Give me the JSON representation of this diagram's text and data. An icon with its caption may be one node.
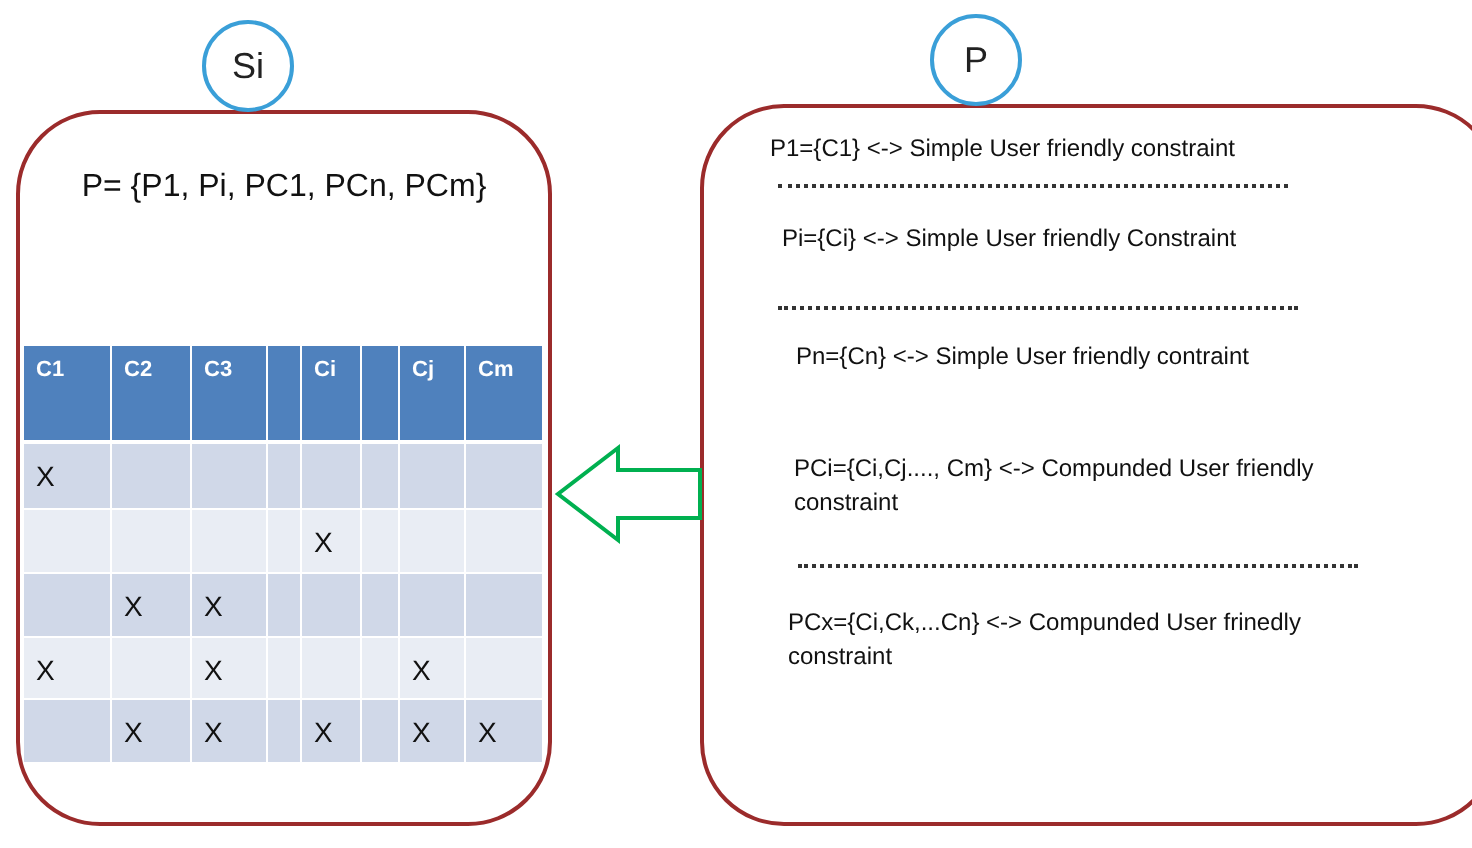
{
  "diagram": {
    "nodes": [
      {
        "text": [
          "Si"
        ]
      },
      {
        "text": [
          "P= {P1, Pi, PC1, PCn, PCm}"
        ]
      },
      {
        "text": [
          "P"
        ]
      },
      {
        "text": [
          "P1={C1} <-> Simple User friendly constraint",
          "Pi={Ci} <-> Simple User friendly Constraint",
          "Pn={Cn} <-> Simple User friendly contraint",
          "PCi={Ci,Cj...., Cm} <-> Compunded User friendly constraint",
          "PCx={Ci,Ck,...Cn} <-> Compunded User frinedly constraint"
        ]
      }
    ],
    "edges": [
      {
        "from": 3,
        "to": 1,
        "arrow": "to",
        "color": "#00b050"
      }
    ],
    "labels": [
      "C1",
      "C2",
      "C3",
      "Ci",
      "Cj",
      "Cm",
      "X",
      "X",
      "X",
      "X",
      "X",
      "X",
      "X",
      "X",
      "X",
      "X",
      "X",
      "X"
    ]
  }
}
